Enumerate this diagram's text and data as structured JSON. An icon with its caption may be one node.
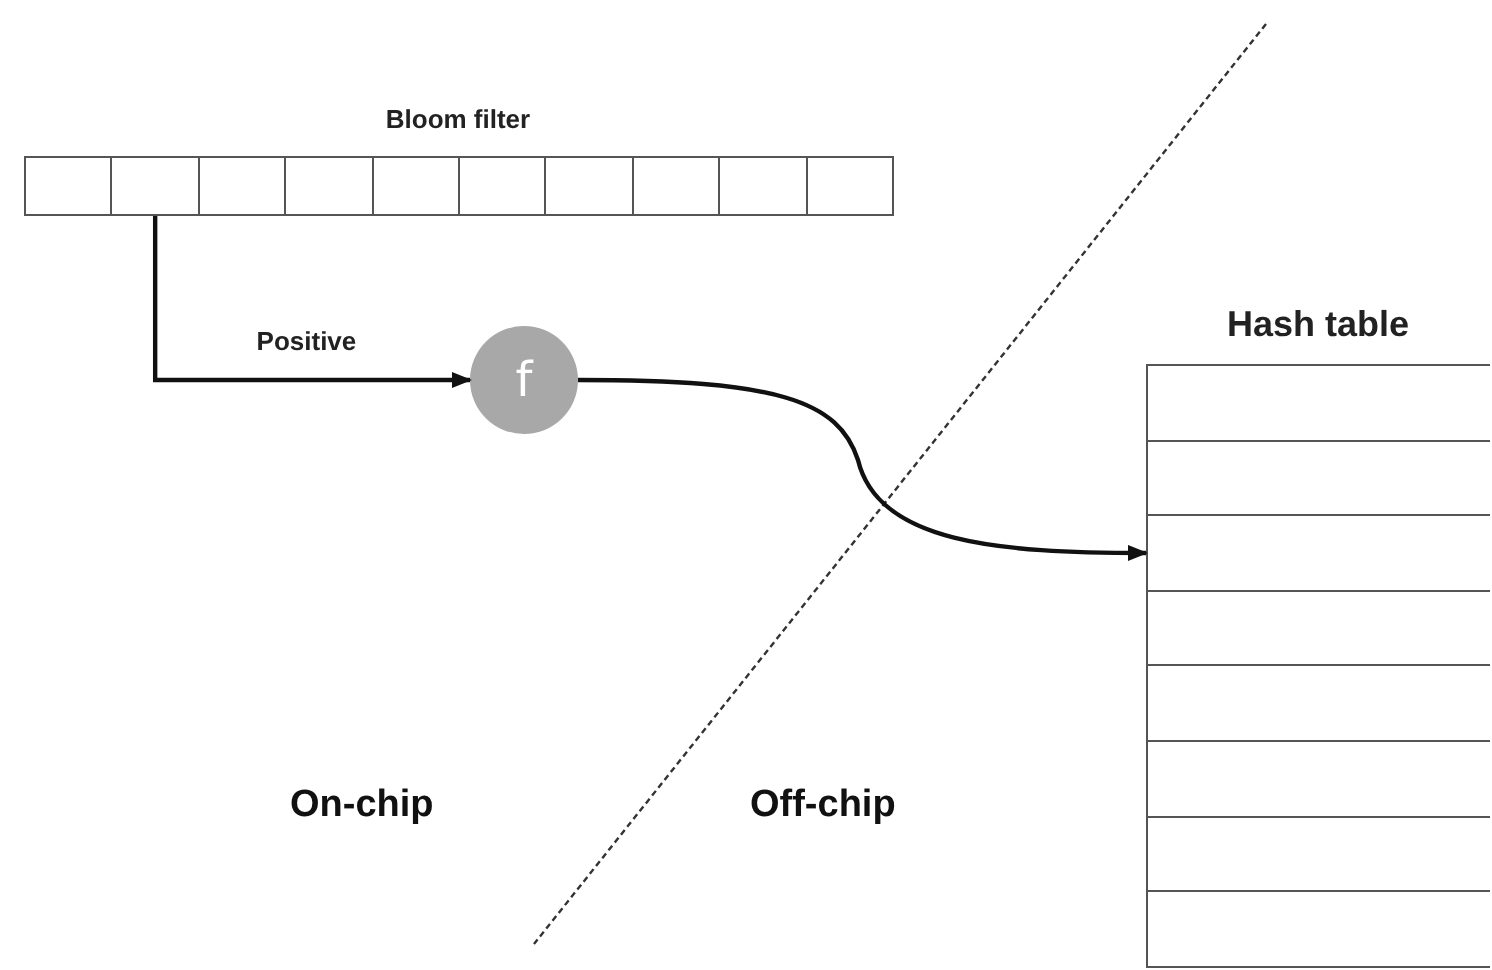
{
  "diagram": {
    "nodes": [
      {
        "text": [
          "Bloom filter"
        ]
      },
      {
        "text": [],
        "shape": "box",
        "in": 0
      },
      {
        "text": [],
        "shape": "box",
        "in": 0
      },
      {
        "text": [],
        "shape": "box",
        "in": 0
      },
      {
        "text": [],
        "shape": "box",
        "in": 0
      },
      {
        "text": [],
        "shape": "box",
        "in": 0
      },
      {
        "text": [],
        "shape": "box",
        "in": 0
      },
      {
        "text": [],
        "shape": "box",
        "in": 0
      },
      {
        "text": [],
        "shape": "box",
        "in": 0
      },
      {
        "text": [],
        "shape": "box",
        "in": 0
      },
      {
        "text": [],
        "shape": "box",
        "in": 0
      },
      {
        "text": [
          "f"
        ]
      },
      {
        "text": [
          "Hash table"
        ]
      },
      {
        "text": [],
        "shape": "box",
        "in": 12
      },
      {
        "text": [],
        "shape": "box",
        "in": 12
      },
      {
        "text": [],
        "shape": "box",
        "in": 12
      },
      {
        "text": [],
        "shape": "box",
        "in": 12
      },
      {
        "text": [],
        "shape": "box",
        "in": 12
      },
      {
        "text": [],
        "shape": "box",
        "in": 12
      },
      {
        "text": [],
        "shape": "box",
        "in": 12
      },
      {
        "text": [],
        "shape": "box",
        "in": 12
      }
    ],
    "edges": [
      {
        "from": 2,
        "to": 11,
        "arrow": "to",
        "label": "Positive"
      },
      {
        "from": 11,
        "to": 15,
        "arrow": "to"
      }
    ],
    "labels": [
      "On-chip",
      "Off-chip"
    ]
  }
}
